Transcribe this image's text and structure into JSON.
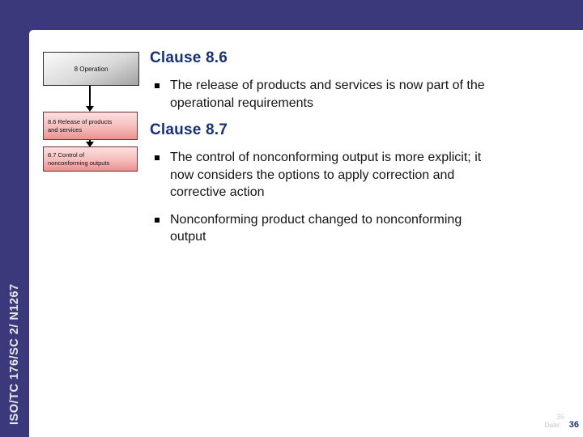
{
  "slide": {
    "vertical_label": "ISO/TC 176/SC 2/ N1267",
    "flowchart": {
      "box1": "8 Operation",
      "box2": "8.6 Release of products\nand services",
      "box3": "8.7 Control of\nnonconforming outputs"
    },
    "sections": {
      "s1": {
        "heading": "Clause 8.6",
        "b1": "The release of products and services is now part of the\noperational requirements"
      },
      "s2": {
        "heading": "Clause 8.7",
        "b1": "The control of nonconforming output is more explicit; it\nnow considers the options to apply correction and\ncorrective action",
        "b2": "Nonconforming product changed to nonconforming\noutput"
      }
    },
    "footer": {
      "slide_number_ghost": "36",
      "date_label": "Date:",
      "page_number": "36"
    },
    "colors": {
      "frame_blue": "#3b397b",
      "heading_navy": "#16337a",
      "pink_box_top": "#fce0e0",
      "pink_box_bottom": "#ec8f8f",
      "pink_box_border": "#7a2e2e",
      "gray_box_top": "#fbfbfb",
      "gray_box_bottom": "#a2a2a2"
    }
  }
}
